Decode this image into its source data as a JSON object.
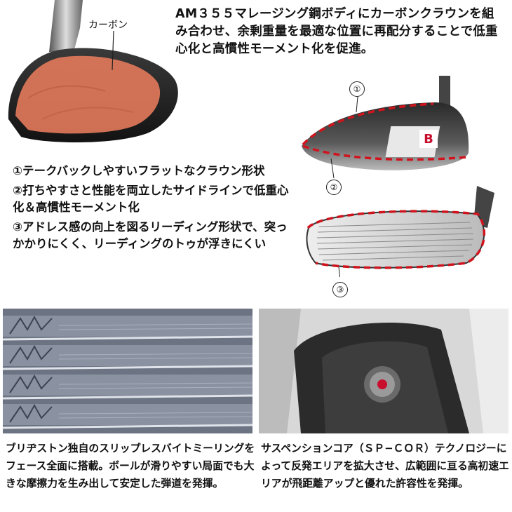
{
  "headline": "AM３５５マレージング鋼ボディにカーボンクラウンを組み合わせ、余剰重量を最適な位置に再配分することで低重心化と高慣性モーメント化を促進。",
  "carbon_label": "カーボン",
  "features": [
    "①テークバックしやすいフラットなクラウン形状",
    "②打ちやすさと性能を両立したサイドラインで低重心化＆高慣性モーメント化",
    "③アドレス感の向上を図るリーディング形状で、突っかかりにくく、リーディングのトゥが浮きにくい"
  ],
  "markers": {
    "one": "①",
    "two": "②",
    "three": "③"
  },
  "brand_mark": "B",
  "captions": {
    "left": "ブリヂストン独自のスリップレスバイトミーリングをフェース全面に搭載。ボールが滑りやすい局面でも大きな摩擦力を生み出して安定した弾道を発揮。",
    "right": "サスペンションコア（ＳＰ−ＣＯＲ）テクノロジーによって反発エリアを拡大させ、広範囲に亘る高初速エリアが飛距離アップと優れた許容性を発揮。"
  },
  "colors": {
    "carbon_overlay": "#e0785a",
    "dash_red": "#d0141e",
    "brand_red": "#c8102e"
  }
}
